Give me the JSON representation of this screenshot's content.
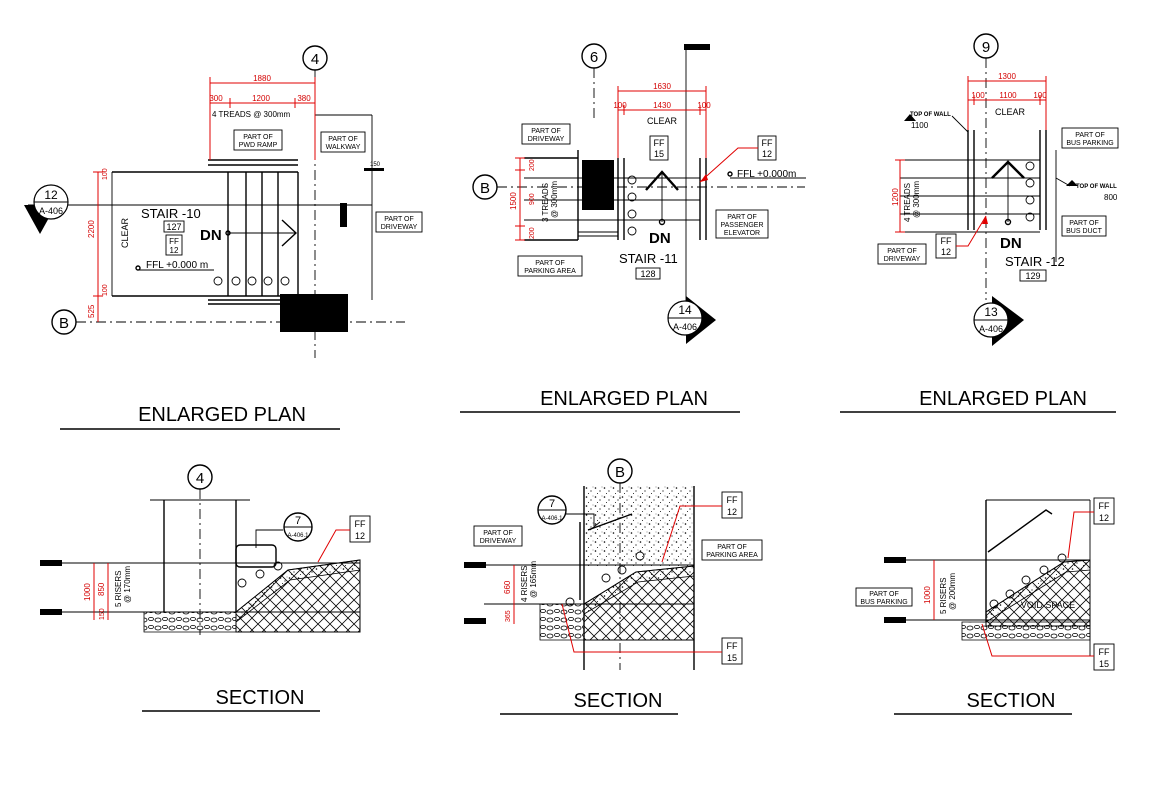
{
  "colors": {
    "line": "#000000",
    "dimension": "#d40000",
    "background": "#ffffff"
  },
  "titles": {
    "plan": "ENLARGED PLAN",
    "section": "SECTION"
  },
  "common": {
    "dn": "DN",
    "ff": "FF",
    "clear": "CLEAR",
    "ffl": "FFL +0.000 m",
    "ffl_b": "FFL +0.000m"
  },
  "plan1": {
    "grid_num": "4",
    "grid_letter": "B",
    "dims": {
      "total": "1880",
      "left": "300",
      "mid": "1200",
      "right": "380",
      "height": "2200",
      "bottom": "525",
      "small_top": "100",
      "small_bot": "100",
      "post": "150"
    },
    "treads": "4 TREADS @ 300mm",
    "part_pwd": [
      "PART OF",
      "PWD RAMP"
    ],
    "part_walkway": [
      "PART OF",
      "WALKWAY"
    ],
    "part_driveway": [
      "PART OF",
      "DRIVEWAY"
    ],
    "stair_name": "STAIR -10",
    "stair_no": "127",
    "ff_no": "12",
    "section_ref": {
      "num": "12",
      "sheet": "A-406"
    }
  },
  "plan2": {
    "grid_num": "6",
    "grid_letter": "B",
    "dims": {
      "total": "1630",
      "left": "100",
      "mid": "1430",
      "right": "100",
      "height": "1500",
      "seg_top": "200",
      "seg_mid": "900",
      "seg_bot": "200"
    },
    "treads": [
      "3 TREADS",
      "@ 300mm"
    ],
    "part_driveway": [
      "PART OF",
      "DRIVEWAY"
    ],
    "part_parking": [
      "PART OF",
      "PARKING AREA"
    ],
    "part_elevator": [
      "PART OF",
      "PASSENGER",
      "ELEVATOR"
    ],
    "stair_name": "STAIR -11",
    "stair_no": "128",
    "ff_top": "15",
    "ff_right": "12",
    "section_ref": {
      "num": "14",
      "sheet": "A-406"
    }
  },
  "plan3": {
    "grid_num": "9",
    "dims": {
      "total": "1300",
      "left": "100",
      "mid": "1100",
      "right": "100",
      "height": "1200"
    },
    "treads": [
      "4 TREADS",
      "@ 300mm"
    ],
    "top_wall_1": {
      "label": "TOP OF WALL",
      "value": "1100"
    },
    "top_wall_2": {
      "label": "TOP OF WALL",
      "value": "800"
    },
    "part_bus_parking": [
      "PART OF",
      "BUS PARKING"
    ],
    "part_bus_duct": [
      "PART OF",
      "BUS DUCT"
    ],
    "part_driveway": [
      "PART OF",
      "DRIVEWAY"
    ],
    "stair_name": "STAIR -12",
    "stair_no": "129",
    "ff_no": "12",
    "section_ref": {
      "num": "13",
      "sheet": "A-406"
    }
  },
  "sec1": {
    "grid": "4",
    "dims": {
      "total": "1000",
      "upper": "850",
      "lower": "150"
    },
    "risers": [
      "5 RISERS",
      "@ 170mm"
    ],
    "detail": {
      "num": "7",
      "sheet": "A-406.1"
    },
    "ff_no": "12"
  },
  "sec2": {
    "grid": "B",
    "dims": {
      "upper": "660",
      "lower": "365"
    },
    "risers": [
      "4 RISERS",
      "@ 165mm"
    ],
    "detail": {
      "num": "7",
      "sheet": "A-406.1"
    },
    "part_driveway": [
      "PART OF",
      "DRIVEWAY"
    ],
    "part_parking": [
      "PART OF",
      "PARKING AREA"
    ],
    "ff_top": "12",
    "ff_bot": "15"
  },
  "sec3": {
    "dims": {
      "total": "1000"
    },
    "risers": [
      "5 RISERS",
      "@ 200mm"
    ],
    "part_bus_parking": [
      "PART OF",
      "BUS PARKING"
    ],
    "void": "VOID SPACE",
    "ff_top": "12",
    "ff_bot": "15"
  }
}
